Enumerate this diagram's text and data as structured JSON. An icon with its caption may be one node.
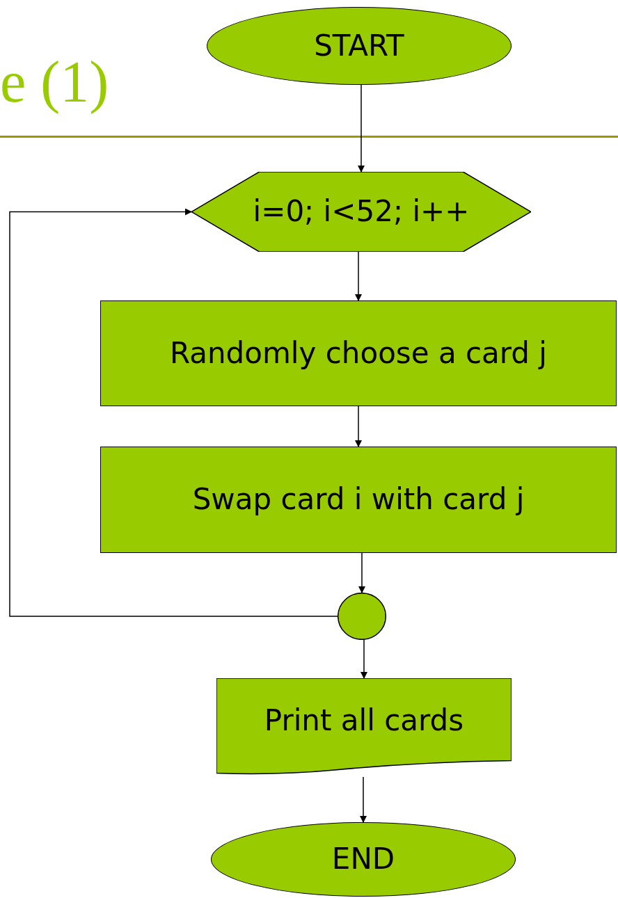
{
  "diagram": {
    "nodes": [
      {
        "text": [
          "START"
        ]
      },
      {
        "text": [
          "i=0; i<52; i++"
        ]
      },
      {
        "text": [
          "Randomly choose a card j"
        ]
      },
      {
        "text": [
          "Swap card i with card j"
        ]
      },
      {
        "text": [],
        "shape": "circle"
      },
      {
        "text": [
          "Print all cards"
        ]
      },
      {
        "text": [
          "END"
        ]
      }
    ],
    "edges": [
      {
        "from": 0,
        "to": 1,
        "arrow": "to"
      },
      {
        "from": 1,
        "to": 2,
        "arrow": "to"
      },
      {
        "from": 2,
        "to": 3,
        "arrow": "to"
      },
      {
        "from": 3,
        "to": 4,
        "arrow": "to"
      },
      {
        "from": 4,
        "to": 1,
        "arrow": "to"
      },
      {
        "from": 4,
        "to": 5,
        "arrow": "to"
      },
      {
        "from": 5,
        "to": 6,
        "arrow": "to"
      }
    ],
    "labels": [
      "e (1)"
    ]
  }
}
